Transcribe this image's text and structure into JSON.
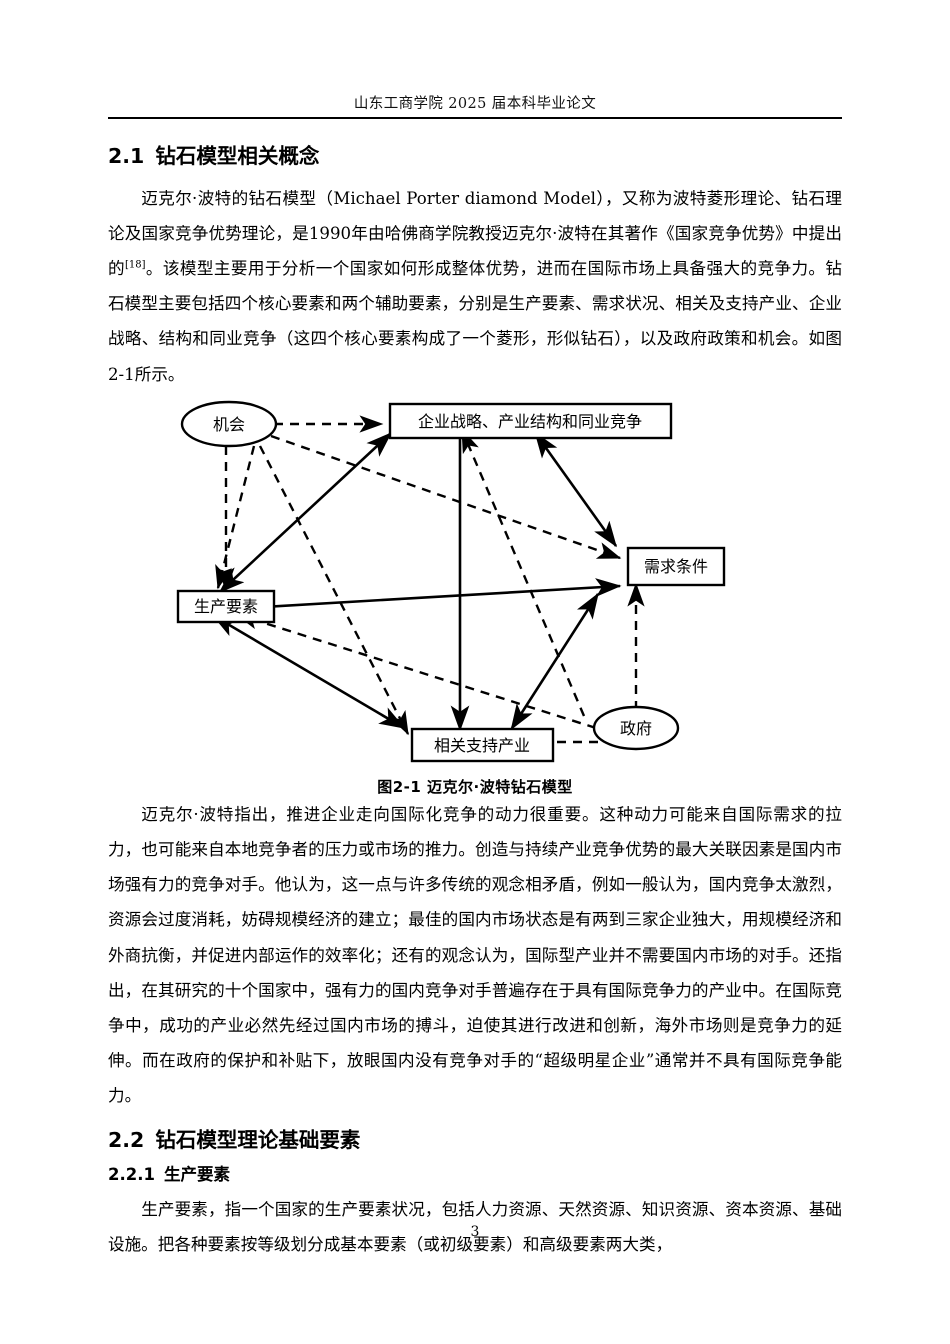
{
  "header": {
    "running_title": "山东工商学院 2025 届本科毕业论文"
  },
  "sections": {
    "s21": {
      "number": "2.1",
      "title": "钻石模型相关概念"
    },
    "s22": {
      "number": "2.2",
      "title": "钻石模型理论基础要素"
    },
    "s221": {
      "number": "2.2.1",
      "title": "生产要素"
    }
  },
  "paragraphs": {
    "p1_part1": "迈克尔·波特的钻石模型（Michael Porter diamond Model），又称为波特菱形理论、钻石理论及国家竞争优势理论，是1990年由哈佛商学院教授迈克尔·波特在其著作《国家竞争优势》中提出的",
    "p1_citation": "[18]",
    "p1_part2": "。该模型主要用于分析一个国家如何形成整体优势，进而在国际市场上具备强大的竞争力。钻石模型主要包括四个核心要素和两个辅助要素，分别是生产要素、需求状况、相关及支持产业、企业战略、结构和同业竞争（这四个核心要素构成了一个菱形，形似钻石），以及政府政策和机会。如图2-1所示。",
    "p2": "迈克尔·波特指出，推进企业走向国际化竞争的动力很重要。这种动力可能来自国际需求的拉力，也可能来自本地竞争者的压力或市场的推力。创造与持续产业竞争优势的最大关联因素是国内市场强有力的竞争对手。他认为，这一点与许多传统的观念相矛盾，例如一般认为，国内竞争太激烈，资源会过度消耗，妨碍规模经济的建立；最佳的国内市场状态是有两到三家企业独大，用规模经济和外商抗衡，并促进内部运作的效率化；还有的观念认为，国际型产业并不需要国内市场的对手。还指出，在其研究的十个国家中，强有力的国内竞争对手普遍存在于具有国际竞争力的产业中。在国际竞争中，成功的产业必然先经过国内市场的搏斗，迫使其进行改进和创新，海外市场则是竞争力的延伸。而在政府的保护和补贴下，放眼国内没有竞争对手的“超级明星企业”通常并不具有国际竞争能力。",
    "p3": "生产要素，指一个国家的生产要素状况，包括人力资源、天然资源、知识资源、资本资源、基础设施。把各种要素按等级划分成基本要素（或初级要素）和高级要素两大类，"
  },
  "figure": {
    "caption": "图2-1  迈克尔·波特钻石模型",
    "nodes": {
      "opportunity": "机会",
      "strategy": "企业战略、产业结构和同业竞争",
      "demand": "需求条件",
      "factors": "生产要素",
      "related": "相关支持产业",
      "government": "政府"
    },
    "edges": [
      {
        "from": "opportunity",
        "to": "strategy",
        "style": "dashed",
        "heads": "one"
      },
      {
        "from": "opportunity",
        "to": "factors",
        "style": "dashed",
        "heads": "one"
      },
      {
        "from": "opportunity",
        "to": "related",
        "style": "dashed",
        "heads": "one"
      },
      {
        "from": "opportunity",
        "to": "demand",
        "style": "dashed",
        "heads": "one"
      },
      {
        "from": "strategy",
        "to": "related",
        "style": "solid",
        "heads": "one"
      },
      {
        "from": "strategy",
        "to": "demand",
        "style": "solid",
        "heads": "both"
      },
      {
        "from": "strategy",
        "to": "factors",
        "style": "solid",
        "heads": "both"
      },
      {
        "from": "factors",
        "to": "demand",
        "style": "solid",
        "heads": "both"
      },
      {
        "from": "factors",
        "to": "related",
        "style": "solid",
        "heads": "both"
      },
      {
        "from": "related",
        "to": "demand",
        "style": "solid",
        "heads": "both"
      },
      {
        "from": "government",
        "to": "strategy",
        "style": "dashed",
        "heads": "one"
      },
      {
        "from": "government",
        "to": "demand",
        "style": "dashed",
        "heads": "one"
      },
      {
        "from": "government",
        "to": "related",
        "style": "dashed",
        "heads": "one"
      },
      {
        "from": "government",
        "to": "factors",
        "style": "dashed",
        "heads": "one"
      }
    ]
  },
  "footer": {
    "page_number": "3"
  }
}
